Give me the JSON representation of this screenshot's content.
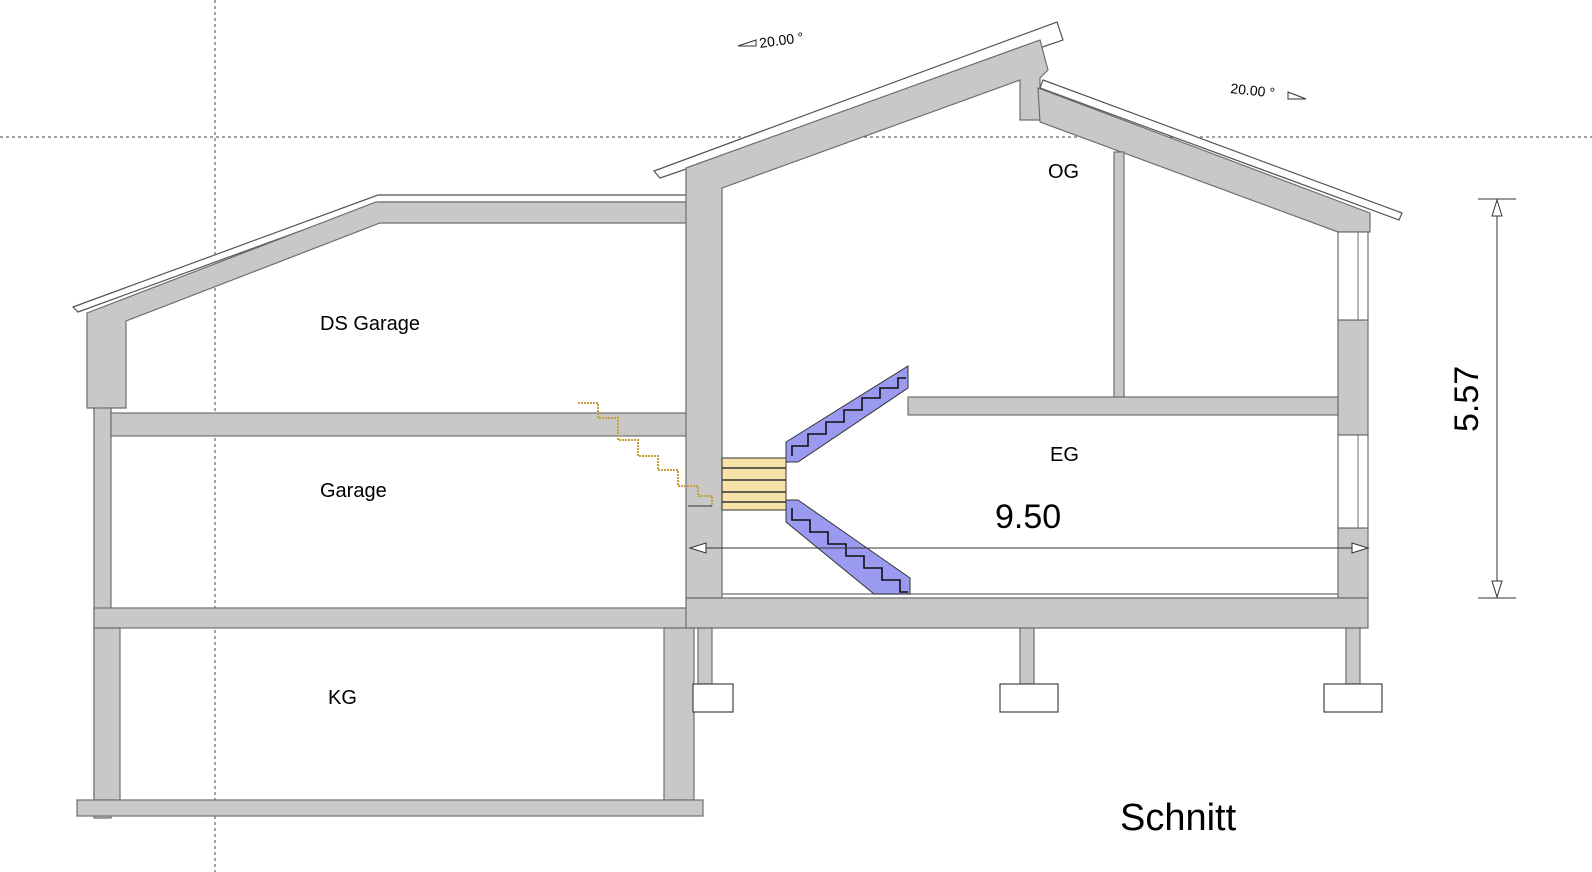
{
  "rooms": {
    "og": "OG",
    "ds_garage": "DS Garage",
    "eg": "EG",
    "garage": "Garage",
    "kg": "KG"
  },
  "dimensions": {
    "width": "9.50",
    "height": "5.57"
  },
  "angles": {
    "left_roof": "20.00 °",
    "right_roof": "20.00 °"
  },
  "title": "Schnitt",
  "colors": {
    "wall_fill": "#c8c8c8",
    "wall_stroke": "#6e6e6e",
    "stair_blue": "#9a9af0",
    "stair_yellow": "#f5e3a8",
    "background": "#ffffff"
  }
}
